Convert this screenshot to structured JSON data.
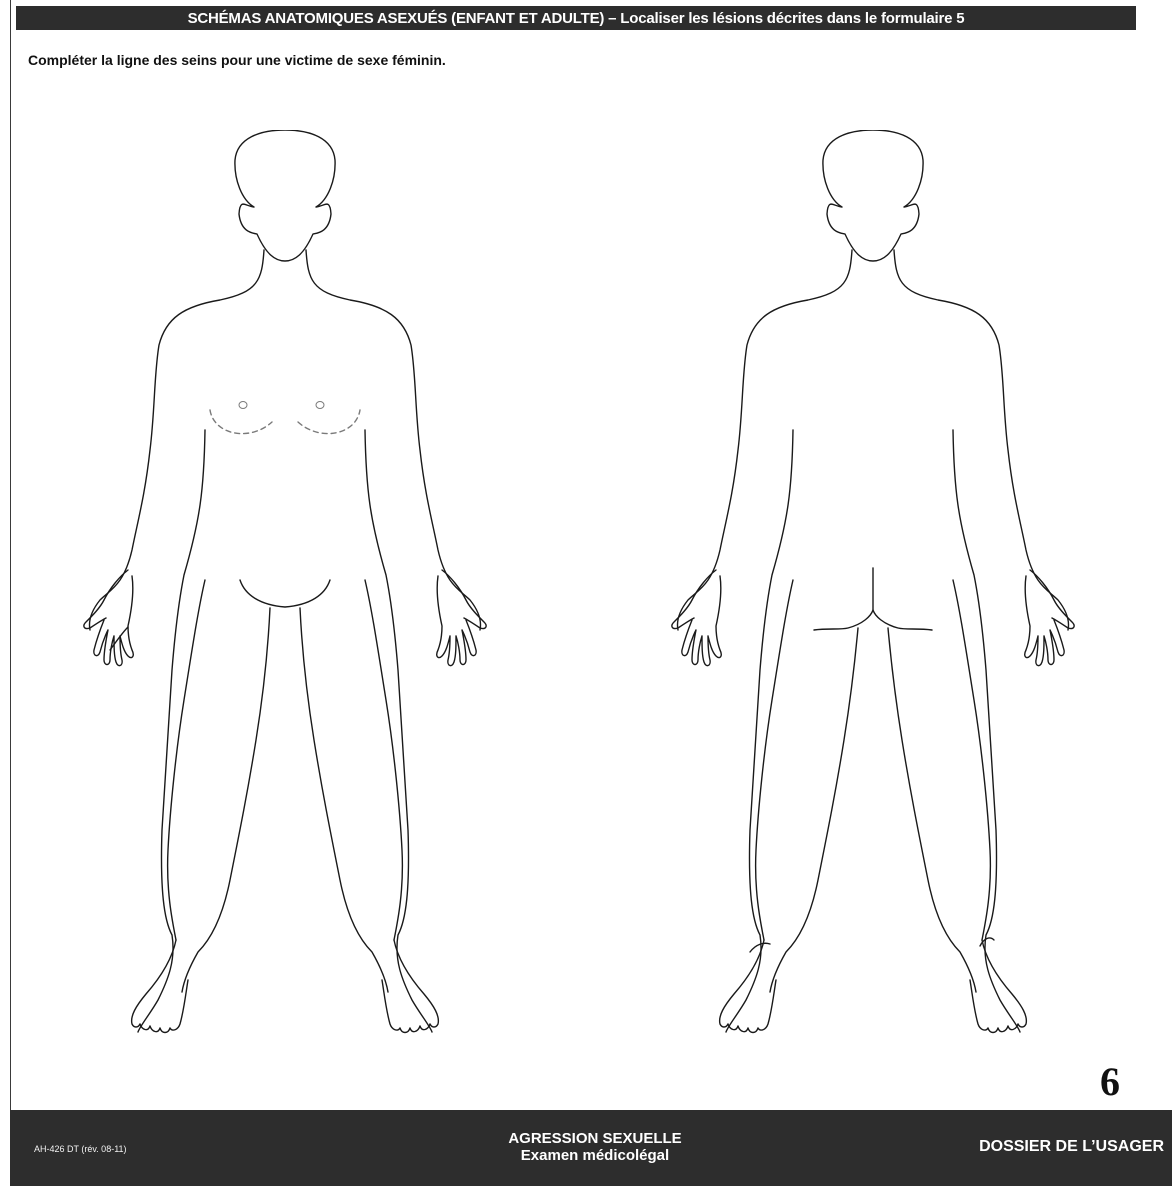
{
  "header": {
    "title": "SCHÉMAS ANATOMIQUES ASEXUÉS (ENFANT ET ADULTE) – Localiser les lésions décrites dans le formulaire 5"
  },
  "instruction": "Compléter la ligne des seins pour une victime de sexe féminin.",
  "figures": [
    {
      "view": "front",
      "icon": "body-front-outline-icon"
    },
    {
      "view": "back",
      "icon": "body-back-outline-icon"
    }
  ],
  "page_number": "6",
  "footer": {
    "form_code": "AH-426 DT (rév. 08-11)",
    "title_line1": "AGRESSION SEXUELLE",
    "title_line2": "Examen médicolégal",
    "right_label": "DOSSIER DE L’USAGER"
  },
  "colors": {
    "bar": "#2d2d2d",
    "bar_text": "#ffffff",
    "outline": "#1a1a1a",
    "dashed": "#7a7a7a"
  }
}
